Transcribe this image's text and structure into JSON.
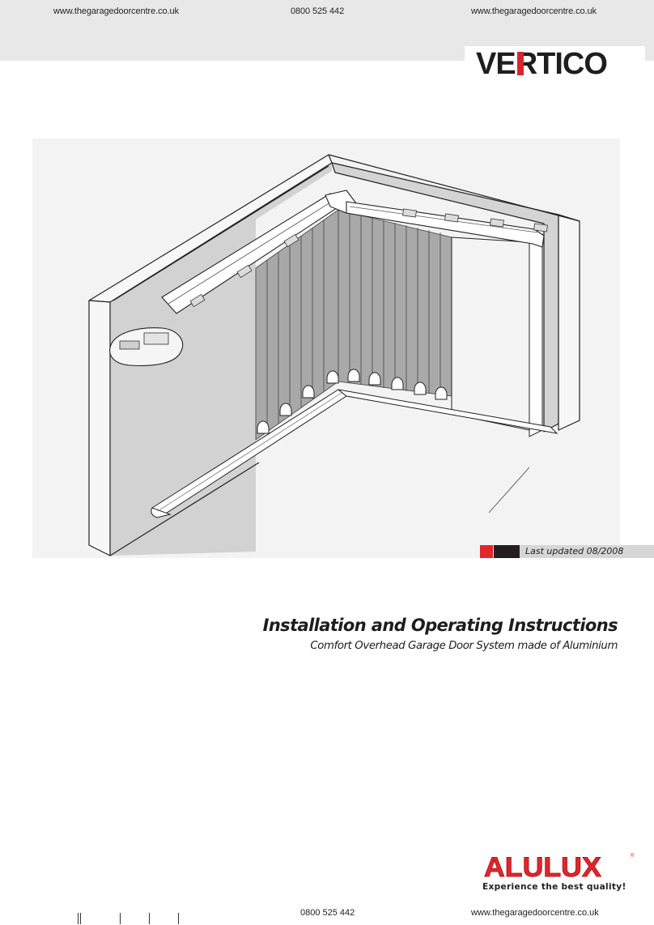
{
  "header": {
    "left_url": "www.thegaragedoorcentre.co.uk",
    "phone": "0800 525 442",
    "right_url": "www.thegaragedoorcentre.co.uk"
  },
  "brand": {
    "product_logo": "VERTICO",
    "logo_accent_color": "#d7262c"
  },
  "illustration": {
    "description": "Isometric drawing of a corner garage with VERTICO sliding aluminium door, overhead track, mounting brackets, drive motor unit and floor guide rail",
    "components": [
      "wall",
      "overhead-track",
      "mounting-brackets",
      "drive-motor",
      "door-slats",
      "floor-guide-rail",
      "slat-end-caps",
      "side-frame"
    ]
  },
  "update_bar": {
    "label": "Last updated 08/2008",
    "colors": {
      "red": "#e1262c",
      "black": "#231f20",
      "gray": "#d6d6d6"
    }
  },
  "document": {
    "title": "Installation and Operating Instructions",
    "subtitle": "Comfort Overhead Garage Door System made of Aluminium"
  },
  "manufacturer": {
    "logo": "ALULUX",
    "registered": "®",
    "tagline": "Experience the best quality!",
    "color": "#e1262c"
  },
  "footer": {
    "phone": "0800 525 442",
    "url": "www.thegaragedoorcentre.co.uk"
  }
}
